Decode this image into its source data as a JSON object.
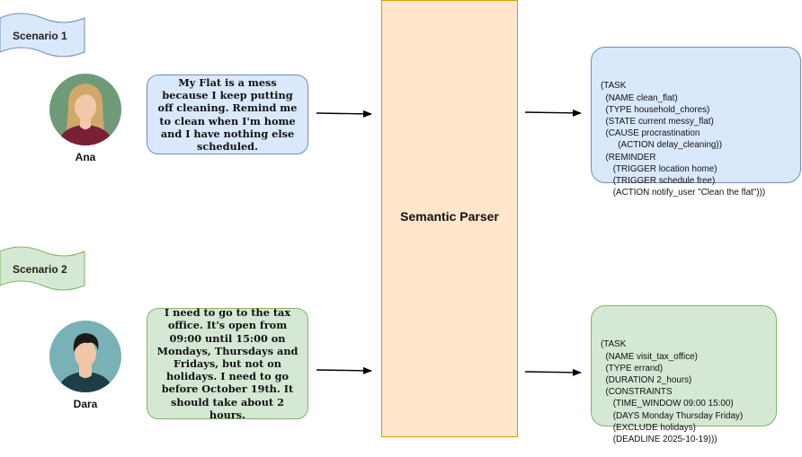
{
  "scenarios": [
    {
      "banner_label": "Scenario 1",
      "person_name": "Ana",
      "message": "My Flat is a mess because I keep putting off cleaning. Remind me to clean when I'm home and I have nothing else scheduled.",
      "output_lines": [
        "(TASK",
        "  (NAME clean_flat)",
        "  (TYPE household_chores)",
        "  (STATE current messy_flat)",
        "  (CAUSE procrastination",
        "       (ACTION delay_cleaning))",
        "  (REMINDER",
        "     (TRIGGER location home)",
        "     (TRIGGER schedule free)",
        "     (ACTION notify_user \"Clean the flat\")))"
      ]
    },
    {
      "banner_label": "Scenario 2",
      "person_name": "Dara",
      "message": "I need to go to the tax office. It's open from 09:00 until 15:00 on Mondays, Thursdays and Fridays, but not on holidays. I need to go before October 19th. It should take about 2 hours.",
      "output_lines": [
        "(TASK",
        "  (NAME visit_tax_office)",
        "  (TYPE errand)",
        "  (DURATION 2_hours)",
        "  (CONSTRAINTS",
        "     (TIME_WINDOW 09:00 15:00)",
        "     (DAYS Monday Thursday Friday)",
        "     (EXCLUDE holidays)",
        "     (DEADLINE 2025-10-19)))"
      ]
    }
  ],
  "parser_label": "Semantic Parser",
  "colors": {
    "blue_fill": "#dae8fc",
    "blue_stroke": "#6c8ebf",
    "green_fill": "#d5e8d4",
    "green_stroke": "#82b366",
    "parser_fill": "#ffe6cc",
    "parser_stroke": "#d79b00"
  },
  "icons": [
    "woman-avatar-icon",
    "man-avatar-icon"
  ]
}
